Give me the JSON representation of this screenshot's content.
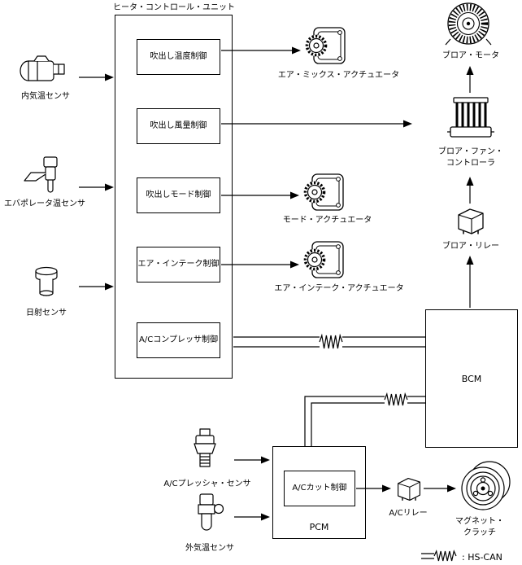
{
  "header": {
    "unit_title": "ヒータ・コントロール・ユニット"
  },
  "controls": {
    "temp": "吹出し温度制御",
    "volume": "吹出し風量制御",
    "mode": "吹出しモード制御",
    "intake": "エア・インテーク制御",
    "compressor": "A/Cコンプレッサ制御"
  },
  "sensors": {
    "cabin_temp": "内気温センサ",
    "evaporator_temp": "エバポレータ温センサ",
    "sunlight": "日射センサ",
    "ac_pressure": "A/Cプレッシャ・センサ",
    "ambient_temp": "外気温センサ"
  },
  "actuators": {
    "air_mix": "エア・ミックス・アクチュエータ",
    "mode": "モード・アクチュエータ",
    "intake": "エア・インテーク・アクチュエータ"
  },
  "blower": {
    "motor": "ブロア・モータ",
    "fan_controller": "ブロア・ファン・コントローラ",
    "relay": "ブロア・リレー"
  },
  "modules": {
    "bcm": "BCM",
    "pcm": "PCM",
    "ac_cut": "A/Cカット制御"
  },
  "ac": {
    "relay": "A/Cリレー",
    "magnet_clutch": "マグネット・クラッチ"
  },
  "legend": {
    "hs_can": ": HS-CAN"
  },
  "colors": {
    "line": "#000000",
    "background": "#ffffff"
  }
}
